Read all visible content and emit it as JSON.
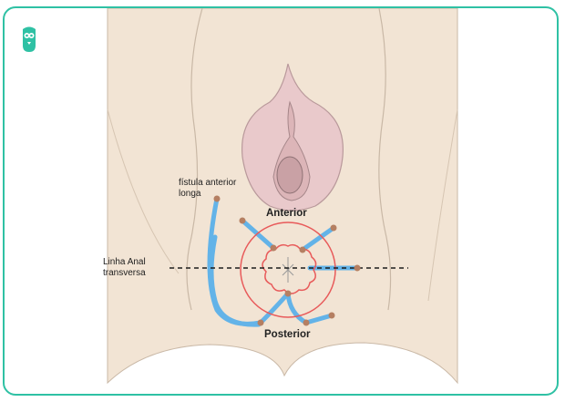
{
  "labels": {
    "fistula_line1": "fístula anterior",
    "fistula_line2": "longa",
    "linha_line1": "Linha Anal",
    "linha_line2": "transversa",
    "anterior": "Anterior",
    "posterior": "Posterior"
  },
  "colors": {
    "frame": "#2fc1a4",
    "skin": "#f2e4d4",
    "skin_outline": "#c9b8a6",
    "vulva": "#e9c9cb",
    "tract": "#63b3e8",
    "ring": "#e85a5a",
    "dot": "#b57f62",
    "logo": "#2fc1a4"
  },
  "icons": {
    "logo": "owl-logo-icon"
  }
}
